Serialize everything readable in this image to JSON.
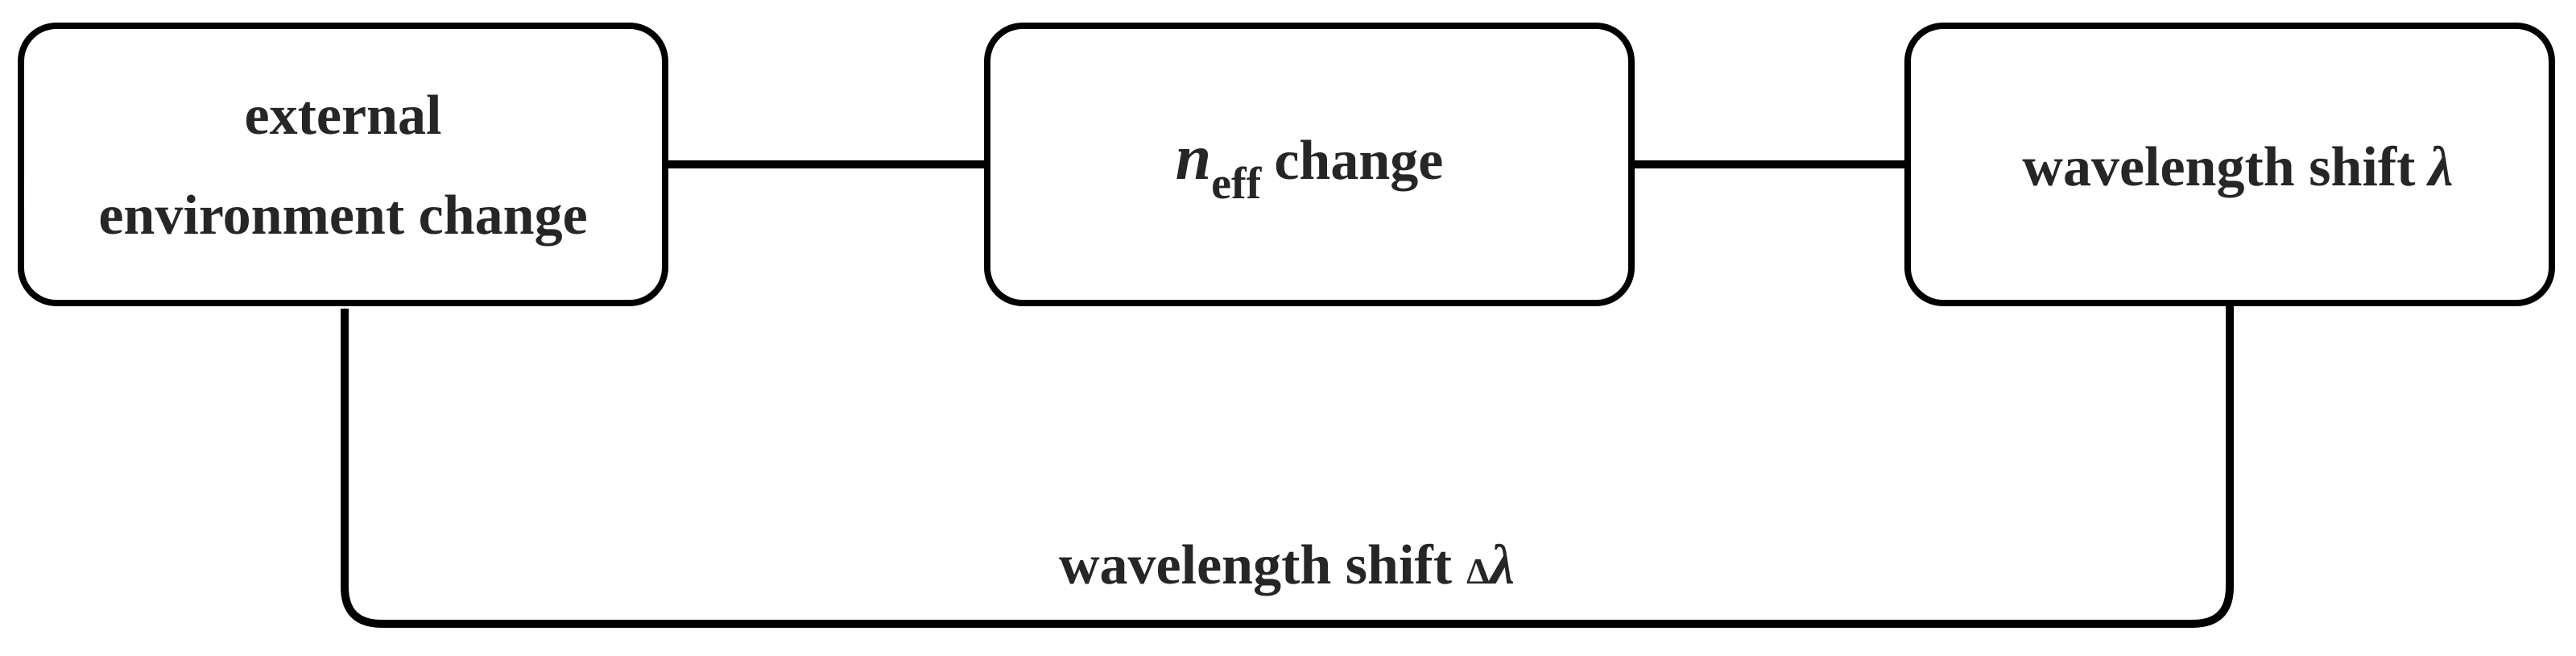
{
  "nodes": {
    "external": {
      "line1": "external",
      "line2": "environment change"
    },
    "neff": {
      "symbol": "n",
      "subscript": "eff",
      "text": "change"
    },
    "wavelength": {
      "text": "wavelength shift",
      "symbol": "λ"
    }
  },
  "edges": {
    "feedback": {
      "text": "wavelength shift",
      "delta": "Δ",
      "symbol": "λ"
    }
  },
  "colors": {
    "stroke": "#000000",
    "text": "#262626",
    "background": "#ffffff"
  }
}
